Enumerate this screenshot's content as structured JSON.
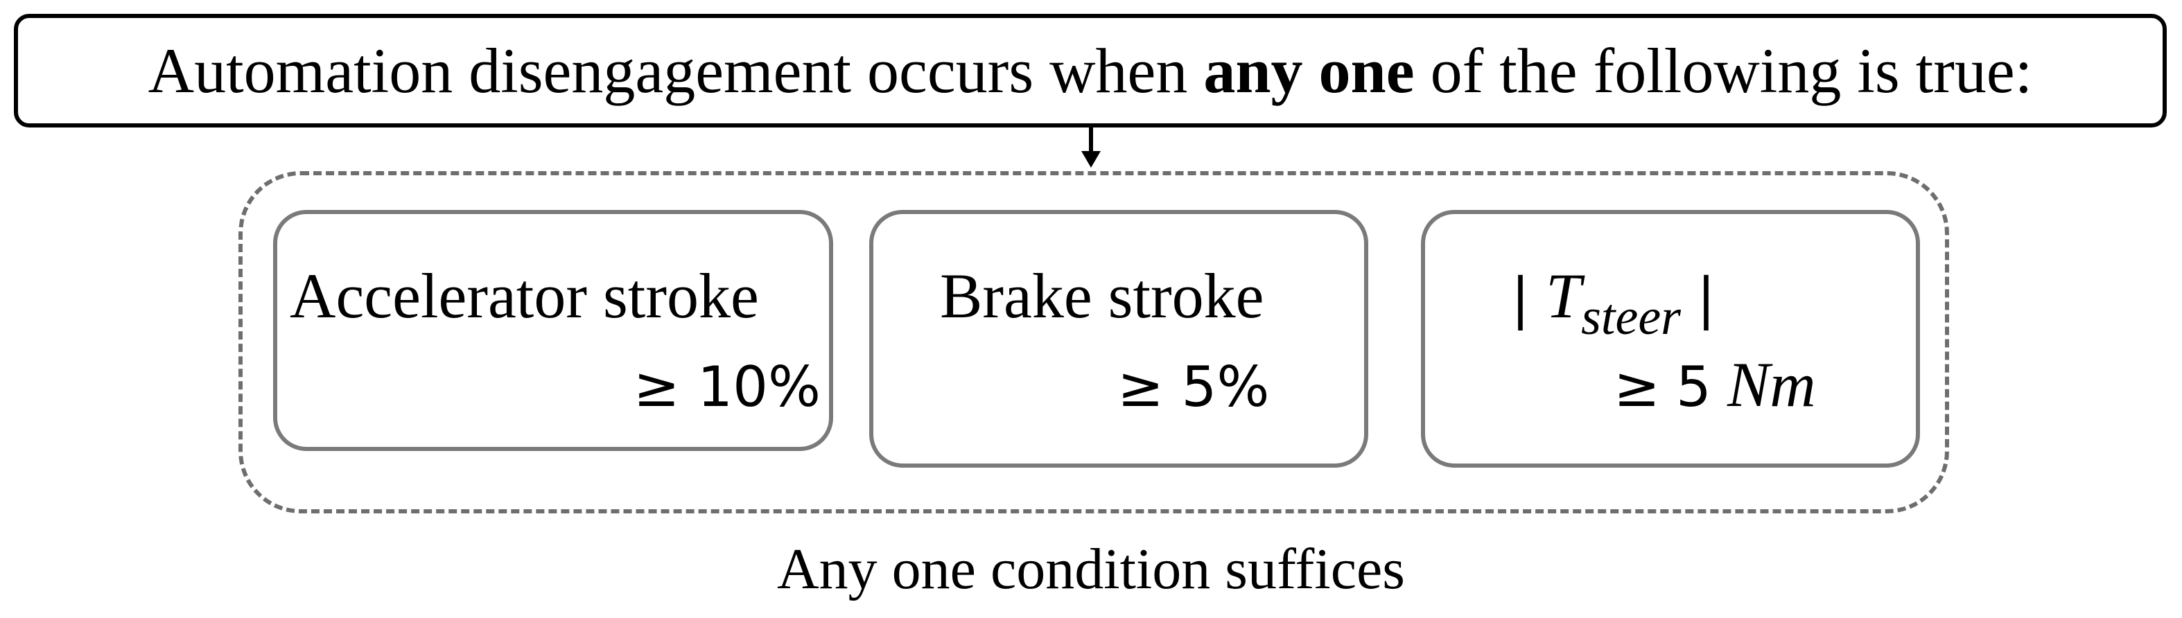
{
  "header": {
    "prefix": "Automation disengagement occurs when ",
    "emphasis": "any one",
    "suffix": " of the following is true:"
  },
  "conditions": [
    {
      "line1": "Accelerator stroke",
      "line2": "≥ 10%"
    },
    {
      "line1": "Brake stroke",
      "line2": "≥ 5%"
    },
    {
      "line1_bar_open": "|",
      "line1_var": "T",
      "line1_sub": "steer",
      "line1_bar_close": "|",
      "line2_ge": "≥",
      "line2_value": "5",
      "line2_unit": "Nm"
    }
  ],
  "footer": {
    "text": "Any one condition suffices"
  },
  "colors": {
    "header_border": "#000000",
    "group_border": "#6e6e6e",
    "box_border": "#7a7a7a",
    "arrow": "#000000"
  }
}
